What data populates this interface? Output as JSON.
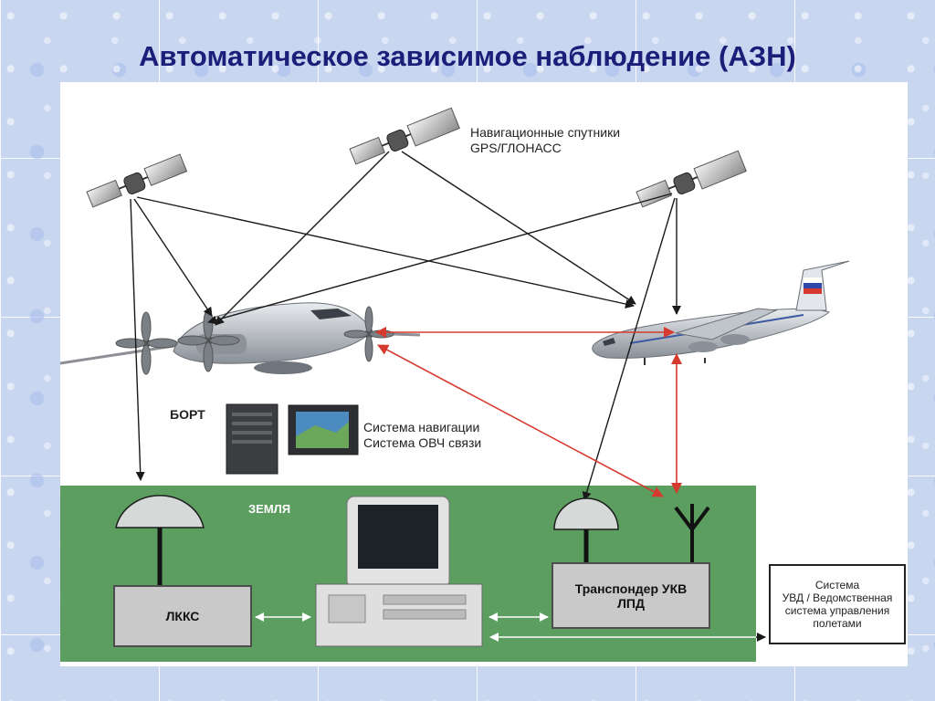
{
  "title": "Автоматическое зависимое наблюдение (АЗН)",
  "labels": {
    "satellites_line1": "Навигационные спутники",
    "satellites_line2": "GPS/ГЛОНАСС",
    "board": "БОРТ",
    "nav_system": "Система навигации",
    "vhf_system": "Система ОВЧ связи",
    "ground": "ЗЕМЛЯ"
  },
  "boxes": {
    "lkks": "ЛККС",
    "transponder_line1": "Транспондер УКВ",
    "transponder_line2": "ЛПД",
    "atc_line1": "Система",
    "atc_line2": "УВД / Ведомственная",
    "atc_line3": "система управления",
    "atc_line4": "полетами"
  },
  "colors": {
    "title": "#1d1d7a",
    "ground_band": "#5b9e5f",
    "link_arrow": "#d63a2f",
    "nav_arrow": "#1a1a1a"
  }
}
